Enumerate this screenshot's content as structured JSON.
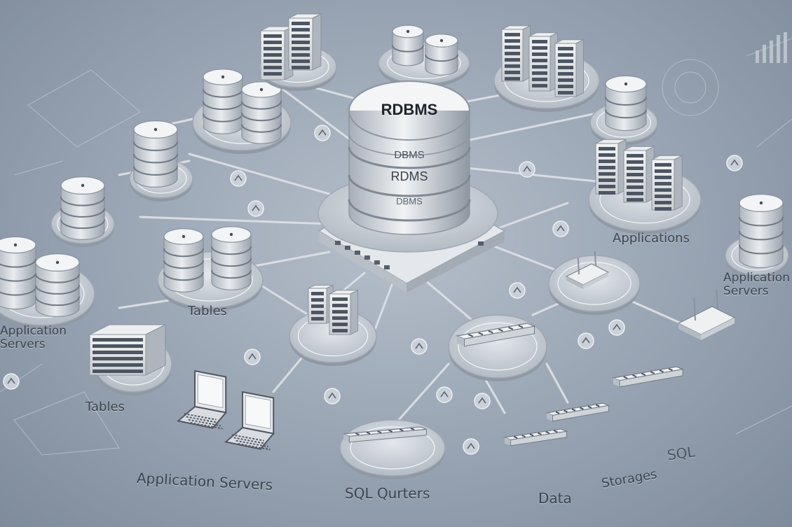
{
  "colors": {
    "background": "#9aa6b5",
    "disk_top": "#eef0f2",
    "disk_side": "#c9ced5",
    "line": "#d7dce2",
    "text": "#3b4350"
  },
  "hub": {
    "title": "RDBMS",
    "band_1": "DBMS",
    "band_2": "RDMS",
    "band_3": "DBMS"
  },
  "labels": {
    "applications": "Applications",
    "application_servers_right": "Application Servers",
    "application_servers_left": "Application Servers",
    "tables_mid": "Tables",
    "tables_left": "Tables",
    "application_servers_bottom": "Application Servers",
    "sql_queries": "SQL Qurters",
    "data": "Data",
    "storages": "Storages",
    "sql": "SQL"
  },
  "icons": [
    "database-icon",
    "server-rack-icon",
    "laptop-icon",
    "document-icon",
    "switch-icon",
    "router-icon"
  ]
}
